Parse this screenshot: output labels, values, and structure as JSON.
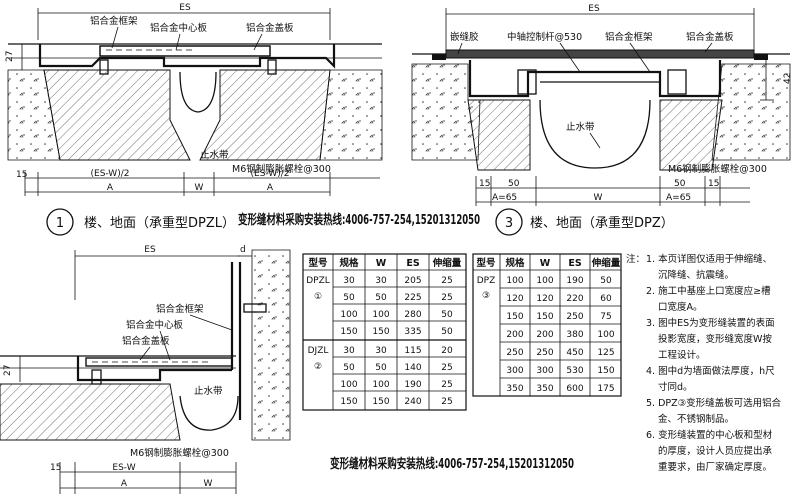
{
  "detail1": {
    "es": "ES",
    "label_frame": "铝合金框架",
    "label_center": "铝合金中心板",
    "label_cover": "铝合金盖板",
    "dim_27": "27",
    "dim_15": "15",
    "dim_half_left": "(ES-W)/2",
    "dim_half_right": "(ES-W)/2",
    "dim_a_left": "A",
    "dim_w": "W",
    "dim_a_right": "A",
    "label_waterstop": "止水带",
    "label_bolt": "M6钢制膨胀螺栓@300",
    "num": "1",
    "title": "楼、地面（承重型DPZL）",
    "hotline": "变形缝材料采购安装热线:4006-757-254,15201312050"
  },
  "detail3": {
    "es": "ES",
    "label_slot": "嵌缝胶",
    "label_bar": "中轴控制杆@530",
    "label_frame": "铝合金框架",
    "label_cover": "铝合金盖板",
    "dim_42": "42",
    "label_waterstop": "止水带",
    "label_bolt": "M6钢制膨胀螺栓@300",
    "dim_15a": "15",
    "dim_50a": "50",
    "dim_50b": "50",
    "dim_15b": "15",
    "dim_a_left": "A=65",
    "dim_w": "W",
    "dim_a_right": "A=65",
    "num": "3",
    "title": "楼、地面（承重型DPZ）"
  },
  "detail2": {
    "es": "ES",
    "d": "d",
    "label_frame": "铝合金框架",
    "label_center": "铝合金中心板",
    "label_cover": "铝合金盖板",
    "dim_27": "27",
    "label_waterstop": "止水带",
    "label_bolt": "M6钢制膨胀螺栓@300",
    "dim_15": "15",
    "dim_esw": "ES-W",
    "dim_a": "A",
    "dim_w": "W"
  },
  "table1": {
    "headers": [
      "型号",
      "规格",
      "W",
      "ES",
      "伸缩量"
    ],
    "groups": [
      {
        "model": "DPZL",
        "mark": "①",
        "rows": [
          [
            "30",
            "30",
            "205",
            "25"
          ],
          [
            "50",
            "50",
            "225",
            "25"
          ],
          [
            "100",
            "100",
            "280",
            "50"
          ],
          [
            "150",
            "150",
            "335",
            "50"
          ]
        ]
      },
      {
        "model": "DJZL",
        "mark": "②",
        "rows": [
          [
            "30",
            "30",
            "115",
            "20"
          ],
          [
            "50",
            "50",
            "140",
            "25"
          ],
          [
            "100",
            "100",
            "190",
            "25"
          ],
          [
            "150",
            "150",
            "240",
            "25"
          ]
        ]
      }
    ]
  },
  "table2": {
    "headers": [
      "型号",
      "规格",
      "W",
      "ES",
      "伸缩量"
    ],
    "model": "DPZ",
    "mark": "③",
    "rows": [
      [
        "100",
        "100",
        "190",
        "50"
      ],
      [
        "120",
        "120",
        "220",
        "60"
      ],
      [
        "150",
        "150",
        "250",
        "75"
      ],
      [
        "200",
        "200",
        "380",
        "100"
      ],
      [
        "250",
        "250",
        "450",
        "125"
      ],
      [
        "300",
        "300",
        "530",
        "150"
      ],
      [
        "350",
        "350",
        "600",
        "175"
      ]
    ]
  },
  "notes": {
    "prefix": "注：",
    "lines": [
      "1. 本页详图仅适用于伸缩缝、",
      "沉降缝、抗震缝。",
      "2. 施工中基座上口宽度应≥槽",
      "口宽度A。",
      "3. 图中ES为变形缝装置的表面",
      "投影宽度，变形缝宽度W按",
      "工程设计。",
      "4. 图中d为墙面做法厚度，h尺",
      "寸同d。",
      "5. DPZ③变形缝盖板可选用铝合",
      "金、不锈钢制品。",
      "6. 变形缝装置的中心板和型材",
      "的厚度，设计人员应提出承",
      "重要求，由厂家确定厚度。"
    ]
  },
  "footer": {
    "hotline": "变形缝材料采购安装热线:4006-757-254,15201312050"
  }
}
